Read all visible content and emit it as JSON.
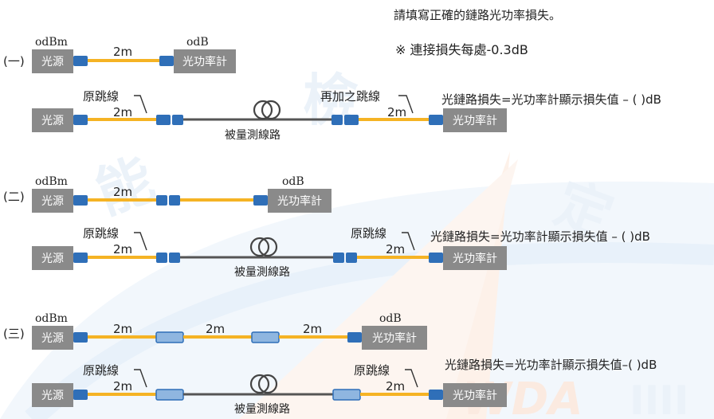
{
  "header": {
    "instruction": "請填寫正確的鏈路光功率損失。",
    "note": "※ 連接損失每處-0.3dB"
  },
  "labels": {
    "source": "光源",
    "meter": "光功率計",
    "odbm": "odBm",
    "odb": "odB",
    "length": "2m",
    "original_jumper": "原跳線",
    "added_jumper": "再加之跳線",
    "fiber_under_test": "被量測線路"
  },
  "sections": [
    {
      "marker": "(一)",
      "formula": "光鏈路損失=光功率計顯示損失值 – (   )dB"
    },
    {
      "marker": "(二)",
      "formula": "光鏈路損失=光功率計顯示損失值 – (   )dB"
    },
    {
      "marker": "(三)",
      "formula": "光鏈路損失=光功率計顯示損失值–(   )dB"
    }
  ],
  "colors": {
    "box": "#8a8a8a",
    "fiber": "#f5b324",
    "fiber_dark": "#555555",
    "connector": "#2f6fb8",
    "watermark_blue": "#cfe0f3",
    "watermark_orange": "#fbe0cf"
  }
}
